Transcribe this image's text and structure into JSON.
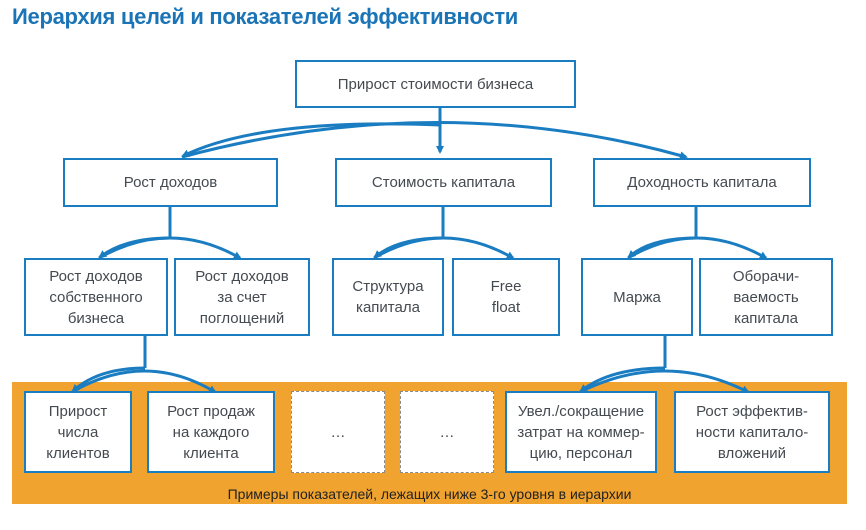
{
  "title": "Иерархия целей и показателей эффективности",
  "colors": {
    "accent": "#1b7dc1",
    "title": "#1a74b6",
    "band": "#f0a32e",
    "dashed": "#8a8a8a"
  },
  "level1": {
    "label": "Прирост стоимости бизнеса"
  },
  "level2": [
    {
      "label": "Рост доходов"
    },
    {
      "label": "Стоимость капитала"
    },
    {
      "label": "Доходность капитала"
    }
  ],
  "level3": [
    {
      "label": "Рост доходов\nсобственного\nбизнеса"
    },
    {
      "label": "Рост доходов\nза счет\nпоглощений"
    },
    {
      "label": "Структура\nкапитала"
    },
    {
      "label": "Free\nfloat"
    },
    {
      "label": "Маржа"
    },
    {
      "label": "Оборачи-\nваемость\nкапитала"
    }
  ],
  "level4": [
    {
      "label": "Прирост\nчисла\nклиентов"
    },
    {
      "label": "Рост продаж\nна каждого\nклиента"
    },
    {
      "label": "…"
    },
    {
      "label": "…"
    },
    {
      "label": "Увел./сокращение\nзатрат на коммер-\nцию, персонал"
    },
    {
      "label": "Рост эффектив-\nности капитало-\nвложений"
    }
  ],
  "footer": "Примеры показателей, лежащих ниже 3-го уровня в иерархии"
}
